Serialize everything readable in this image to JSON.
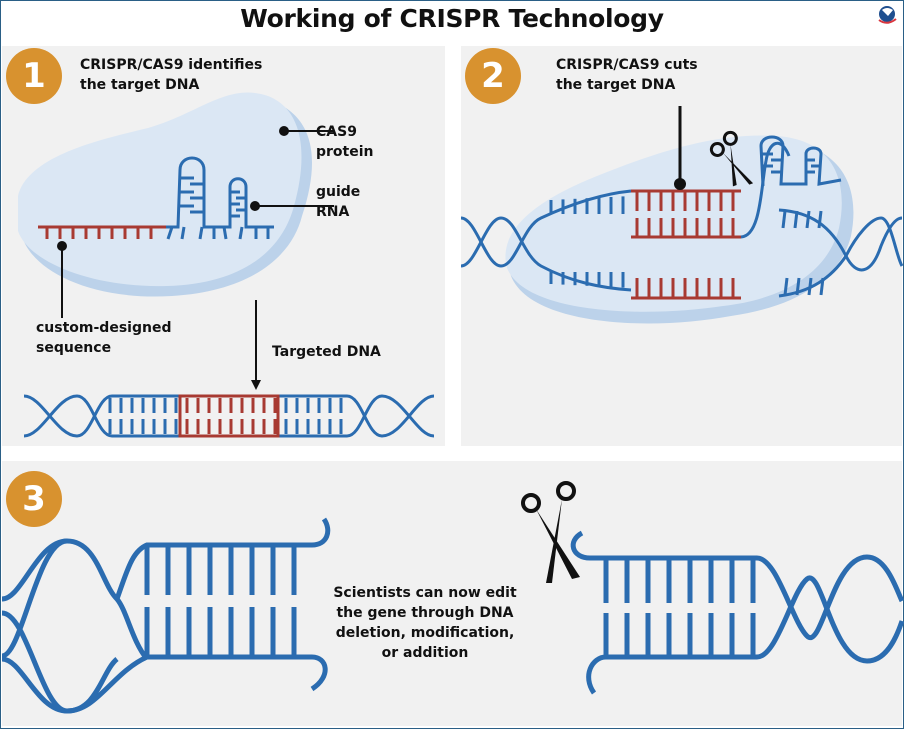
{
  "title": "Working of CRISPR Technology",
  "logo_icon": "publisher-logo-icon",
  "colors": {
    "badge": "#d8922f",
    "dna_blue": "#2b6cb0",
    "dna_red": "#a83a32",
    "protein": "#dbe7f4",
    "protein_shadow": "#bcd2ea",
    "panel_bg": "#f1f1f1",
    "frame": "#2a5f86"
  },
  "steps": [
    {
      "number": "1",
      "heading_line1": "CRISPR/CAS9 identifies",
      "heading_line2": "the target DNA",
      "labels": {
        "cas9_line1": "CAS9",
        "cas9_line2": "protein",
        "guide_line1": "guide",
        "guide_line2": "RNA",
        "custom_line1": "custom-designed",
        "custom_line2": "sequence",
        "targeted": "Targeted DNA"
      }
    },
    {
      "number": "2",
      "heading_line1": "CRISPR/CAS9 cuts",
      "heading_line2": "the target DNA"
    },
    {
      "number": "3",
      "caption_line1": "Scientists can now edit",
      "caption_line2": "the gene through DNA",
      "caption_line3": "deletion, modification,",
      "caption_line4": "or addition"
    }
  ]
}
